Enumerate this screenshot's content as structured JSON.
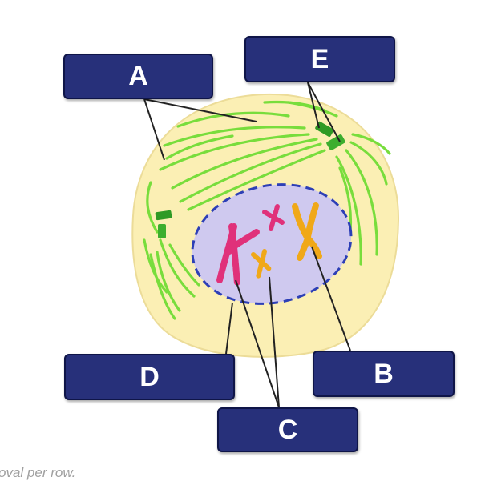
{
  "labels": {
    "a": "A",
    "b": "B",
    "c": "C",
    "d": "D",
    "e": "E"
  },
  "footer": {
    "note": "oval per row."
  },
  "colors": {
    "cytoplasm": "#fbefb4",
    "cell_membrane": "#e8d78f",
    "nucleus": "#cfc9ef",
    "nuclear_envelope": "#2d3fb6",
    "spindle_fibers": "#78dd3c",
    "centrioles": "#2f9a25",
    "chromosome_pink": "#e0317a",
    "chromosome_orange": "#f0a818",
    "label_box": "#27307a",
    "label_text": "#ffffff",
    "leader_line": "#222222"
  }
}
